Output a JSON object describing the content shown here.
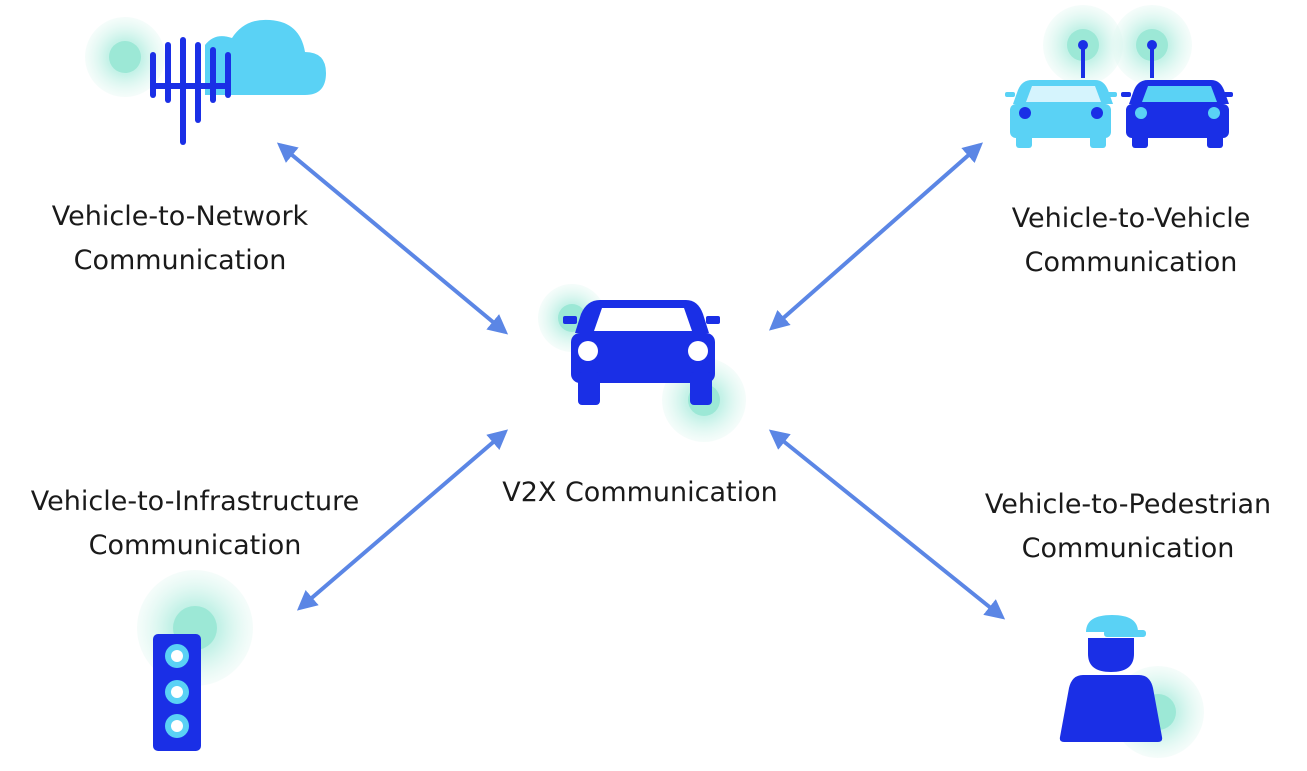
{
  "center": {
    "label": "V2X Communication"
  },
  "nodes": {
    "network": {
      "line1": "Vehicle-to-Network",
      "line2": "Communication",
      "icon": "cell-tower-cloud-icon"
    },
    "vehicle": {
      "line1": "Vehicle-to-Vehicle",
      "line2": "Communication",
      "icon": "two-cars-icon"
    },
    "infrastructure": {
      "line1": "Vehicle-to-Infrastructure",
      "line2": "Communication",
      "icon": "traffic-light-icon"
    },
    "pedestrian": {
      "line1": "Vehicle-to-Pedestrian",
      "line2": "Communication",
      "icon": "pedestrian-icon"
    }
  },
  "colors": {
    "primary_blue": "#1a2fe6",
    "light_blue": "#5ad2f5",
    "halo": "#b9efe3",
    "arrow": "#5b86e5"
  }
}
